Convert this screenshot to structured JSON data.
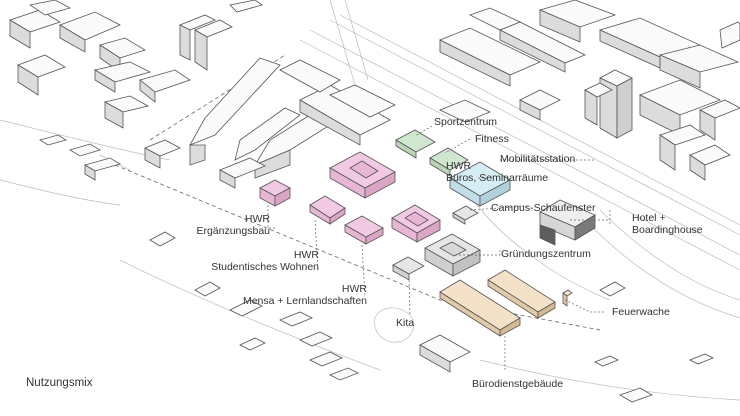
{
  "title": "Nutzungsmix",
  "labels": {
    "sportzentrum": "Sportzentrum",
    "fitness": "Fitness",
    "mobilitaet": "Mobilitätsstation",
    "hwr_bueros_1": "HWR",
    "hwr_bueros_2": "Büros, Seminarräume",
    "campus": "Campus-Schaufenster",
    "hotel_1": "Hotel +",
    "hotel_2": "Boardinghouse",
    "gruendung": "Gründungszentrum",
    "feuerwache": "Feuerwache",
    "buero": "Bürodienstgebäude",
    "kita": "Kita",
    "hwr_erg_1": "HWR",
    "hwr_erg_2": "Ergänzungsbau",
    "hwr_stud_1": "HWR",
    "hwr_stud_2": "Studentisches Wohnen",
    "hwr_mensa_1": "HWR",
    "hwr_mensa_2": "Mensa + Lernlandschaften"
  },
  "colors": {
    "pink": "#f1c9e3",
    "green": "#cfe6cf",
    "blue": "#d5edf5",
    "beige": "#f1dcc0",
    "grey": "#e6e6e6",
    "line": "#555555"
  }
}
